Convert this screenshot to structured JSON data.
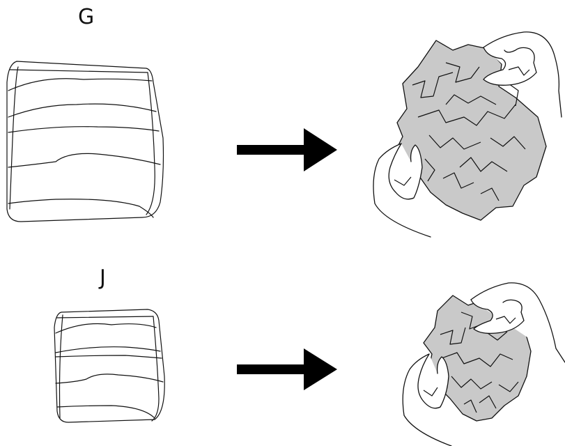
{
  "colors": {
    "paper": "#c9c9c9",
    "stroke": "#111111",
    "arrow": "#000000",
    "background": "#ffffff"
  },
  "rows": [
    {
      "label": "G",
      "size": "large"
    },
    {
      "label": "J",
      "size": "small"
    }
  ]
}
